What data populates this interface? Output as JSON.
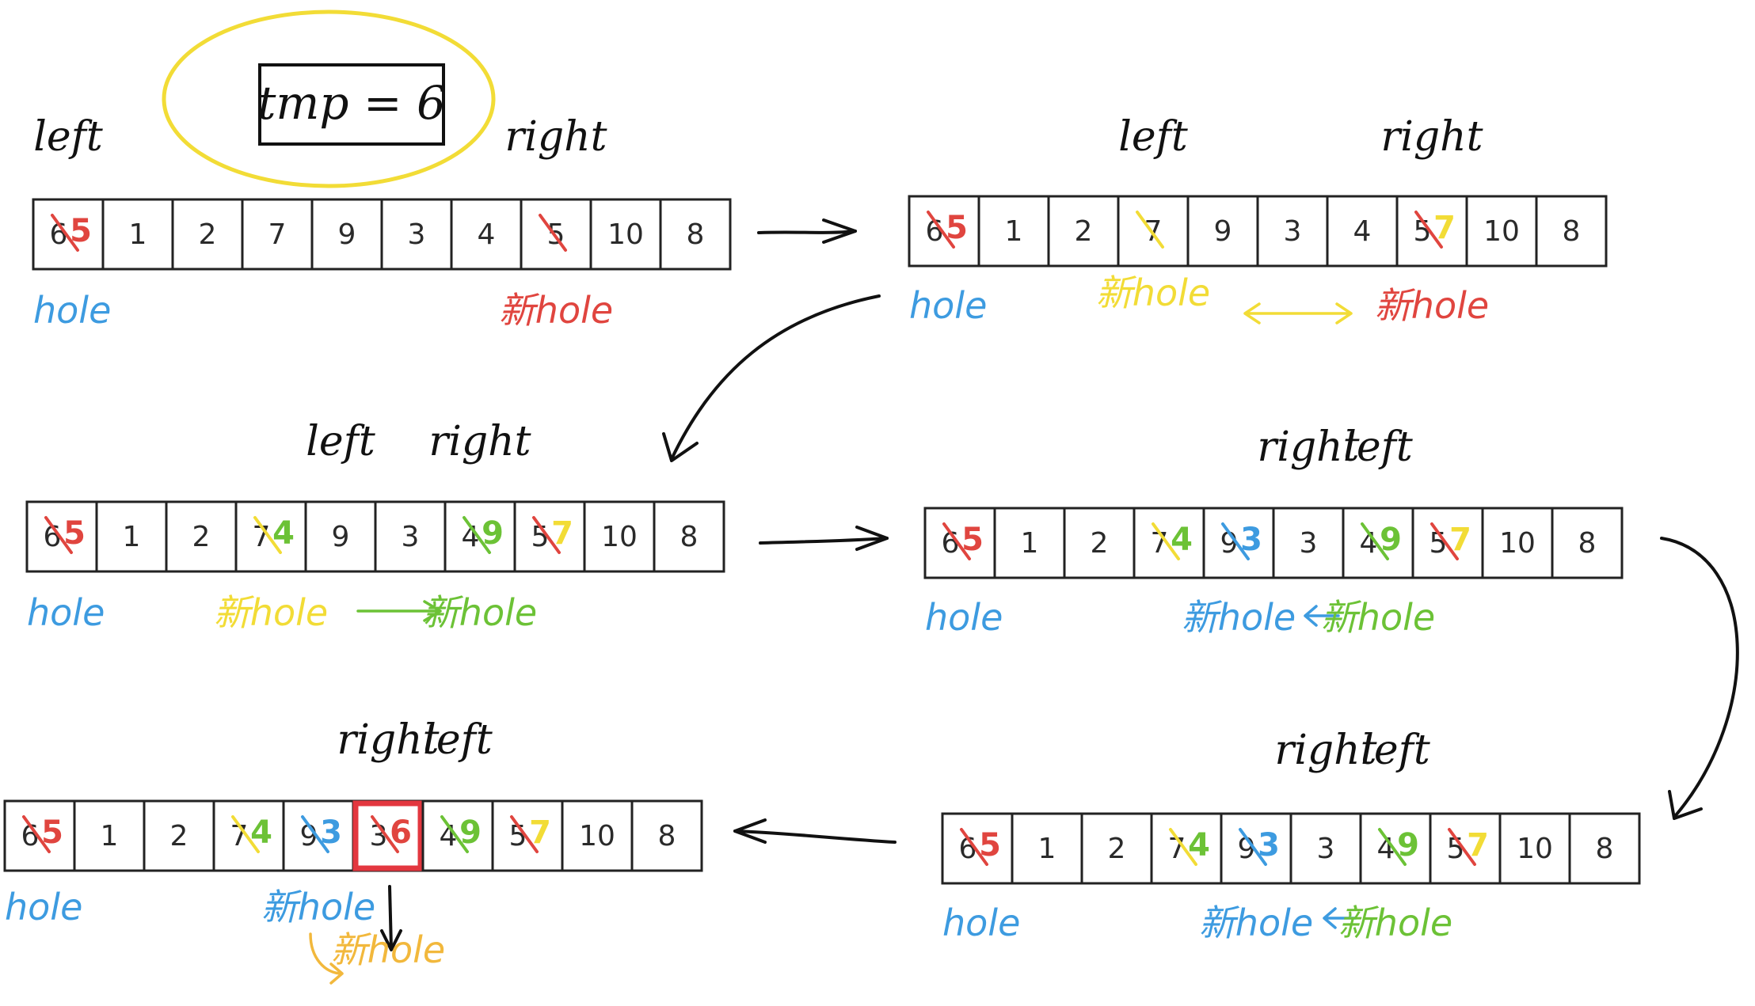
{
  "colors": {
    "ink": "#111111",
    "red": "#e0453f",
    "blue": "#3d9be0",
    "yellow": "#f2dc36",
    "green": "#6cc236",
    "orange": "#f2b83c",
    "highlight_red": "#e3373f"
  },
  "tmp_label": "tmp = 6",
  "pointer_labels": {
    "left": "left",
    "right": "right",
    "hole": "hole",
    "new_hole": "新hole"
  },
  "panels": [
    {
      "id": "step-1",
      "cells": [
        {
          "value": "6",
          "overwritten": "5",
          "mark_color": "red"
        },
        {
          "value": "1"
        },
        {
          "value": "2"
        },
        {
          "value": "7"
        },
        {
          "value": "9"
        },
        {
          "value": "3"
        },
        {
          "value": "4"
        },
        {
          "value": "5",
          "mark_color": "red"
        },
        {
          "value": "10"
        },
        {
          "value": "8"
        }
      ],
      "pointers": [
        {
          "label": "left",
          "cell": 0
        },
        {
          "label": "right",
          "cell": 7
        }
      ],
      "holes": [
        {
          "text": "hole",
          "color": "blue",
          "cell": 0
        },
        {
          "text": "新hole",
          "color": "red",
          "cell": 7
        }
      ]
    },
    {
      "id": "step-2",
      "cells": [
        {
          "value": "6",
          "overwritten": "5",
          "mark_color": "red"
        },
        {
          "value": "1"
        },
        {
          "value": "2"
        },
        {
          "value": "7",
          "mark_color": "yellow"
        },
        {
          "value": "9"
        },
        {
          "value": "3"
        },
        {
          "value": "4"
        },
        {
          "value": "5",
          "overwritten": "7",
          "mark_color": "red",
          "new_color": "yellow"
        },
        {
          "value": "10"
        },
        {
          "value": "8"
        }
      ],
      "pointers": [
        {
          "label": "left",
          "cell": 3
        },
        {
          "label": "right",
          "cell": 7
        }
      ],
      "holes": [
        {
          "text": "hole",
          "color": "blue",
          "cell": 0
        },
        {
          "text": "新hole",
          "color": "yellow",
          "cell": 3
        },
        {
          "text": "新hole",
          "color": "red",
          "cell": 7
        }
      ]
    },
    {
      "id": "step-3",
      "cells": [
        {
          "value": "6",
          "overwritten": "5",
          "mark_color": "red"
        },
        {
          "value": "1"
        },
        {
          "value": "2"
        },
        {
          "value": "7",
          "overwritten": "4",
          "mark_color": "yellow",
          "new_color": "green"
        },
        {
          "value": "9"
        },
        {
          "value": "3"
        },
        {
          "value": "4",
          "overwritten": "9",
          "mark_color": "green",
          "new_color": "green"
        },
        {
          "value": "5",
          "overwritten": "7",
          "mark_color": "red",
          "new_color": "yellow"
        },
        {
          "value": "10"
        },
        {
          "value": "8"
        }
      ],
      "pointers": [
        {
          "label": "left",
          "cell": 4
        },
        {
          "label": "right",
          "cell": 6
        }
      ],
      "holes": [
        {
          "text": "hole",
          "color": "blue",
          "cell": 0
        },
        {
          "text": "新hole",
          "color": "yellow",
          "cell": 3
        },
        {
          "text": "新hole",
          "color": "green",
          "cell": 6
        }
      ]
    },
    {
      "id": "step-4",
      "cells": [
        {
          "value": "6",
          "overwritten": "5",
          "mark_color": "red"
        },
        {
          "value": "1"
        },
        {
          "value": "2"
        },
        {
          "value": "7",
          "overwritten": "4",
          "mark_color": "yellow",
          "new_color": "green"
        },
        {
          "value": "9",
          "overwritten": "3",
          "mark_color": "blue",
          "new_color": "blue"
        },
        {
          "value": "3"
        },
        {
          "value": "4",
          "overwritten": "9",
          "mark_color": "green",
          "new_color": "green"
        },
        {
          "value": "5",
          "overwritten": "7",
          "mark_color": "red",
          "new_color": "yellow"
        },
        {
          "value": "10"
        },
        {
          "value": "8"
        }
      ],
      "pointers": [
        {
          "label": "right",
          "cell": 5
        },
        {
          "label": "left",
          "cell": 6
        }
      ],
      "holes": [
        {
          "text": "hole",
          "color": "blue",
          "cell": 0
        },
        {
          "text": "新hole",
          "color": "blue",
          "cell": 4
        },
        {
          "text": "新hole",
          "color": "green",
          "cell": 6
        }
      ]
    },
    {
      "id": "step-5",
      "cells": [
        {
          "value": "6",
          "overwritten": "5",
          "mark_color": "red"
        },
        {
          "value": "1"
        },
        {
          "value": "2"
        },
        {
          "value": "7",
          "overwritten": "4",
          "mark_color": "yellow",
          "new_color": "green"
        },
        {
          "value": "9",
          "overwritten": "3",
          "mark_color": "blue",
          "new_color": "blue"
        },
        {
          "value": "3"
        },
        {
          "value": "4",
          "overwritten": "9",
          "mark_color": "green",
          "new_color": "green"
        },
        {
          "value": "5",
          "overwritten": "7",
          "mark_color": "red",
          "new_color": "yellow"
        },
        {
          "value": "10"
        },
        {
          "value": "8"
        }
      ],
      "pointers": [
        {
          "label": "right",
          "cell": 5
        },
        {
          "label": "left",
          "cell": 6
        }
      ],
      "holes": [
        {
          "text": "hole",
          "color": "blue",
          "cell": 0
        },
        {
          "text": "新hole",
          "color": "blue",
          "cell": 4
        },
        {
          "text": "新hole",
          "color": "green",
          "cell": 6
        }
      ]
    },
    {
      "id": "step-6",
      "cells": [
        {
          "value": "6",
          "overwritten": "5",
          "mark_color": "red"
        },
        {
          "value": "1"
        },
        {
          "value": "2"
        },
        {
          "value": "7",
          "overwritten": "4",
          "mark_color": "yellow",
          "new_color": "green"
        },
        {
          "value": "9",
          "overwritten": "3",
          "mark_color": "blue",
          "new_color": "blue"
        },
        {
          "value": "3",
          "overwritten": "6",
          "mark_color": "red",
          "new_color": "red",
          "highlight": true
        },
        {
          "value": "4",
          "overwritten": "9",
          "mark_color": "green",
          "new_color": "green"
        },
        {
          "value": "5",
          "overwritten": "7",
          "mark_color": "red",
          "new_color": "yellow"
        },
        {
          "value": "10"
        },
        {
          "value": "8"
        }
      ],
      "pointers": [
        {
          "label": "right",
          "cell": 5
        },
        {
          "label": "left",
          "cell": 6
        }
      ],
      "holes": [
        {
          "text": "hole",
          "color": "blue",
          "cell": 0
        },
        {
          "text": "新hole",
          "color": "blue",
          "cell": 4
        },
        {
          "text": "新hole",
          "color": "orange",
          "cell": 5
        }
      ]
    }
  ]
}
